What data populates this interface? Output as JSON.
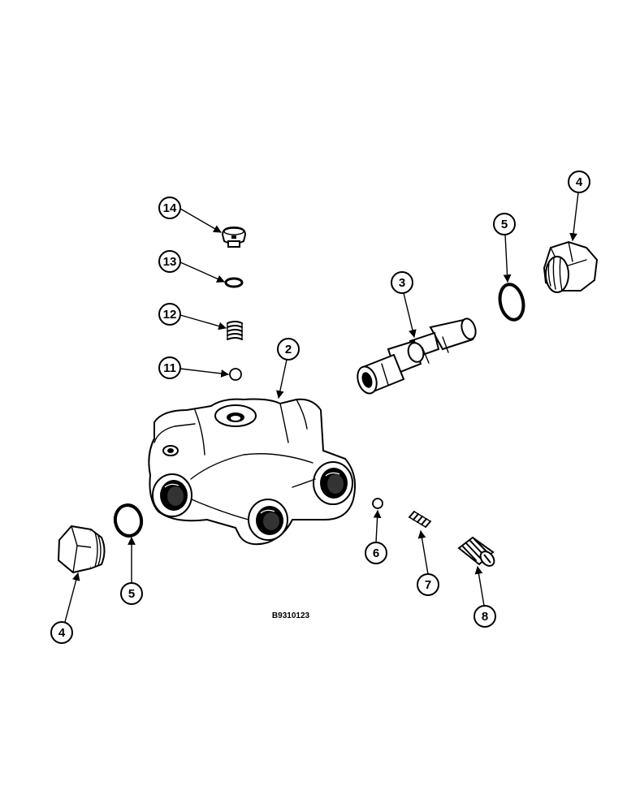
{
  "figure_code": "B9310123",
  "callouts": {
    "c14": "14",
    "c13": "13",
    "c12": "12",
    "c11": "11",
    "c2": "2",
    "c3": "3",
    "c4_top": "4",
    "c5_top": "5",
    "c4_bottom": "4",
    "c5_bottom": "5",
    "c6": "6",
    "c7": "7",
    "c8": "8"
  }
}
